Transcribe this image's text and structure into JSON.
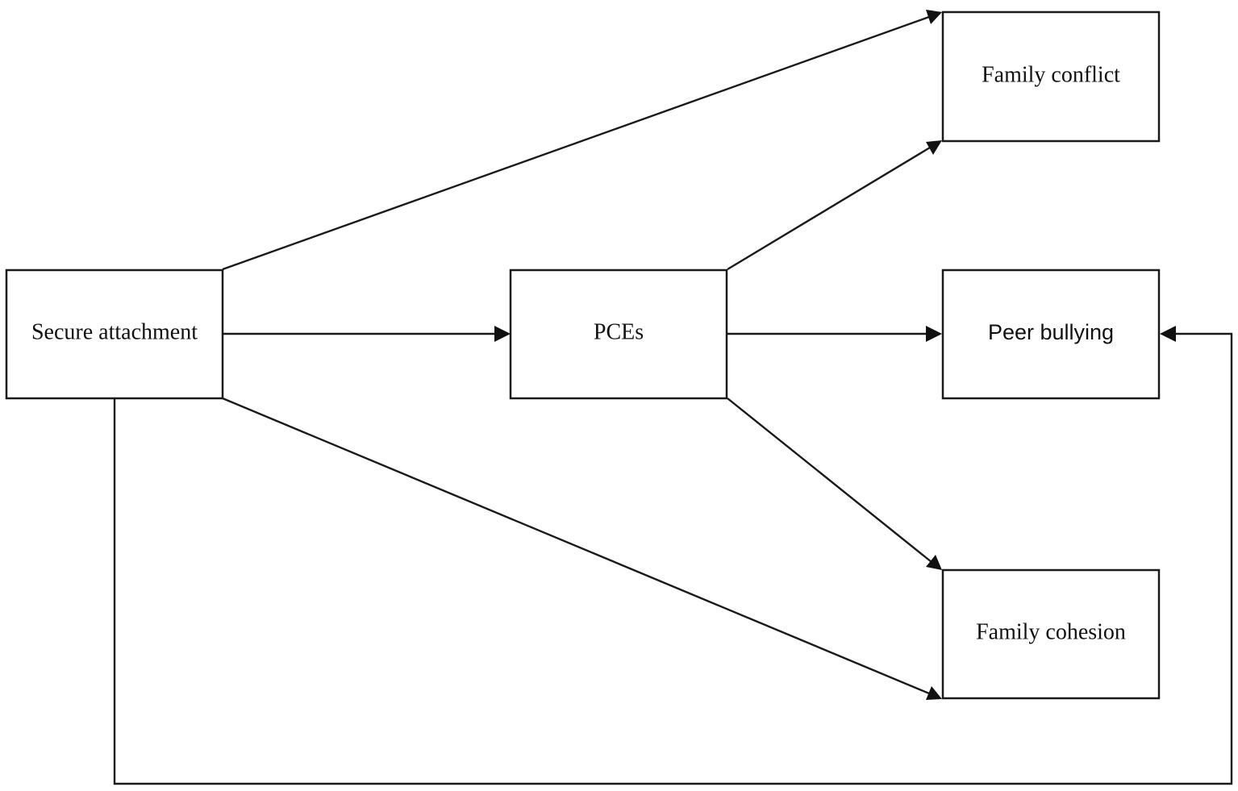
{
  "nodes": {
    "secure_attachment": "Secure attachment",
    "pces": "PCEs",
    "family_conflict": "Family conflict",
    "peer_bullying": "Peer bullying",
    "family_cohesion": "Family cohesion"
  },
  "edges": [
    {
      "from": "secure_attachment",
      "to": "pces"
    },
    {
      "from": "secure_attachment",
      "to": "family_conflict"
    },
    {
      "from": "secure_attachment",
      "to": "family_cohesion"
    },
    {
      "from": "secure_attachment",
      "to": "peer_bullying"
    },
    {
      "from": "pces",
      "to": "family_conflict"
    },
    {
      "from": "pces",
      "to": "peer_bullying"
    },
    {
      "from": "pces",
      "to": "family_cohesion"
    }
  ],
  "colors": {
    "line": "#1a1a1a",
    "background": "#ffffff"
  }
}
